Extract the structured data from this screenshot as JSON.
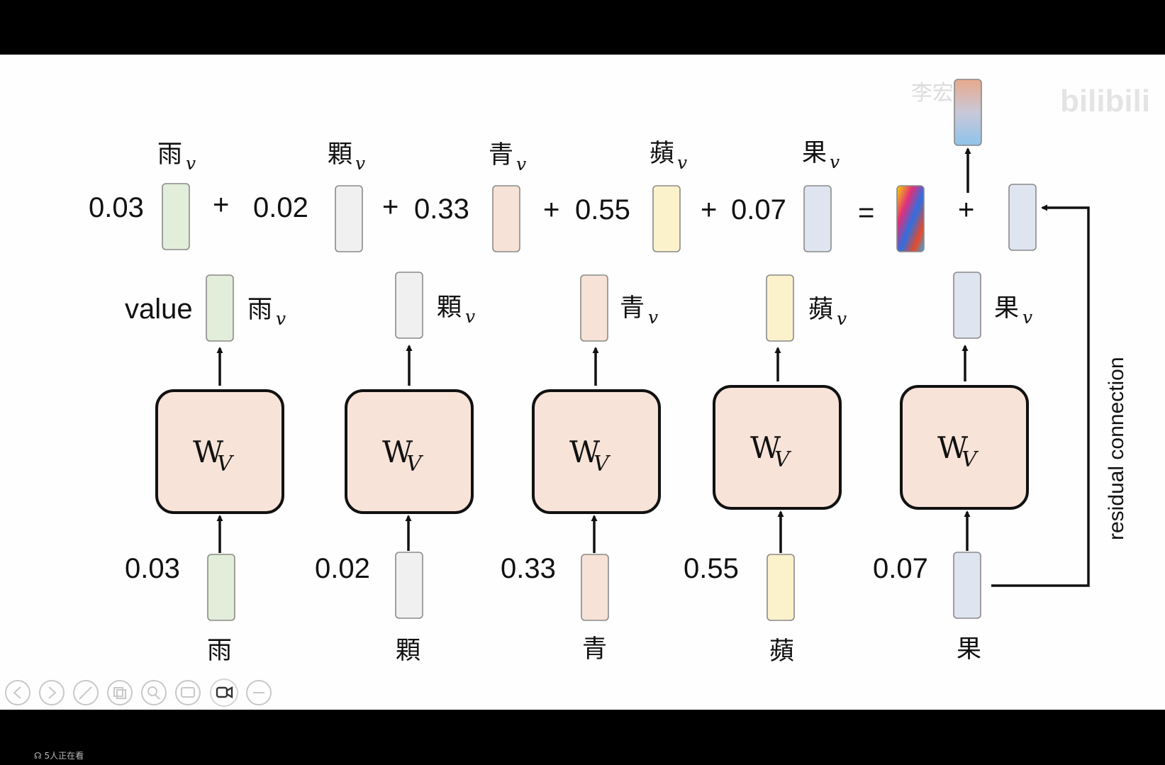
{
  "top_row": {
    "terms": [
      {
        "weight": "0.03",
        "label": "雨",
        "subscript": "v",
        "color": "#e2eed9"
      },
      {
        "weight": "0.02",
        "label": "顆",
        "subscript": "v",
        "color": "#f0f0f0"
      },
      {
        "weight": "0.33",
        "label": "青",
        "subscript": "v",
        "color": "#f6e2d6"
      },
      {
        "weight": "0.55",
        "label": "蘋",
        "subscript": "v",
        "color": "#fbf2cc"
      },
      {
        "weight": "0.07",
        "label": "果",
        "subscript": "v",
        "color": "#dfe4f1"
      }
    ],
    "plus": "+",
    "equals": "=",
    "residual_plus": "+"
  },
  "columns": [
    {
      "value_label": "雨",
      "subscript": "v",
      "weight": "0.03",
      "token": "雨",
      "color": "#e2eed9"
    },
    {
      "value_label": "顆",
      "subscript": "v",
      "weight": "0.02",
      "token": "顆",
      "color": "#f0f0f0"
    },
    {
      "value_label": "青",
      "subscript": "v",
      "weight": "0.33",
      "token": "青",
      "color": "#f6e2d6"
    },
    {
      "value_label": "蘋",
      "subscript": "v",
      "weight": "0.55",
      "token": "蘋",
      "color": "#fbf2cc"
    },
    {
      "value_label": "果",
      "subscript": "v",
      "weight": "0.07",
      "token": "果",
      "color": "#dfe4f1"
    }
  ],
  "value_word": "value",
  "wv": {
    "main": "W",
    "sub": "V",
    "box_color": "#f7e3d8"
  },
  "residual_label": "residual connection",
  "watermark": {
    "channel": "李宏毅",
    "brand": "bilibili"
  },
  "viewer_count": "5人正在看",
  "colors": {
    "frame": "#000000",
    "slide": "#fefefe",
    "output_top": "#e8a98c",
    "output_bottom": "#8ec3ea"
  }
}
